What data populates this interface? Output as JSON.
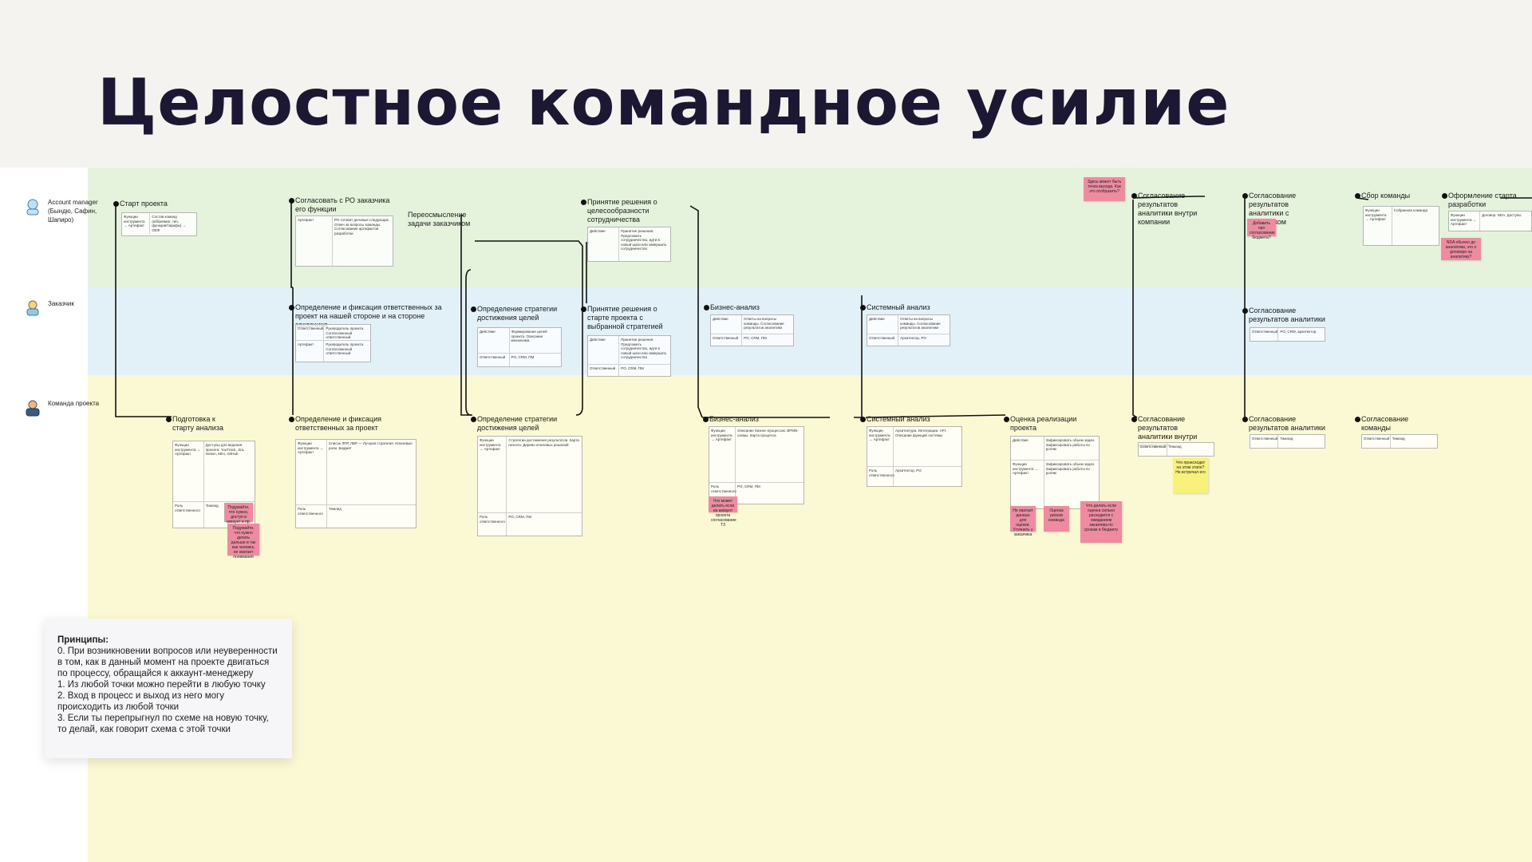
{
  "title": "Целостное командное усилие",
  "lanes": [
    {
      "name": "Account manager (Бындю, Сафин, Шапиро)"
    },
    {
      "name": "Заказчик"
    },
    {
      "name": "Команда проекта"
    }
  ],
  "nodes": {
    "start": "Старт проекта",
    "agree_po": "Согласовать с РО заказчика его функции",
    "rethink": "Переосмысление задачи заказчиком",
    "decision_purpose": "Принятие решения о целесообразности сотрудничества",
    "define_resp": "Определение и фиксация ответственных за проект на нашей стороне и на стороне заказчика",
    "strategy_client": "Определение стратегии достижения целей",
    "decision_start": "Принятие решения о старте проекта с выбранной стратегией",
    "ba_client": "Бизнес-анализ",
    "sa_client": "Системный анализ",
    "agree_client_analytics": "Согласование результатов аналитики",
    "prep": "Подготовка к старту анализа",
    "define_resp_team": "Определение и фиксация ответственных за проект",
    "strategy_team": "Определение стратегии достижения целей",
    "ba_team": "Бизнес-анализ",
    "sa_team": "Системный анализ",
    "estimate": "Оценка реализации проекта",
    "agree_internal_am": "Согласование результатов аналитики внутри компании",
    "agree_with_client": "Согласование результатов аналитики с заказчиком",
    "team_gather": "Сбор команды",
    "start_dev": "Оформление старта разработки",
    "agree_internal_team": "Согласование результатов аналитики внутри компании",
    "agree_analytics_team": "Согласование результатов аналитики",
    "agree_team": "Согласование команды"
  },
  "cards": {
    "func": "Функции инструмента → Артефакт",
    "resp": "Ответственный",
    "role": "Роль ответственного",
    "action": "Действие",
    "artifact": "Артефакт",
    "start_v": "Состав команд (аббревиат, тип, функции/тарифы) → ОЕФ",
    "po_v": "PO готовит деловые следующих. Отвеч за вопросы команды. Согласование артефактов разработки",
    "decision_v": "Принятие решения. Предложить сотрудничество, идти в новый шаги или завершить сотрудничество",
    "resp_v": "Руководитель проекта. Согласованный ответственный",
    "strategy_v": "Формирование целей проекта. Описание механизма",
    "ba_v": "Ответы на вопросы команды. Согласование результатов аналитики",
    "ba_resp": "PO, CRM, ПМ",
    "sa_resp": "Архитектор, PO",
    "prep_v": "Доступы для ведения проекта: YouTrack, Jira, Notion, Miro, GitHub",
    "team_v": "Список ЛПР, ЛВР — Лучшая стратегия. Ключевые роли. Бюджет",
    "teamlead": "Тимлид",
    "strategy_team_v": "Стратегии достижения результатов. Карта гипотез. Дерево ключевых решений",
    "ba_team_v": "Описание бизнес-процессов. BPMN-схемы. Карта процесса",
    "sa_team_v": "Архитектура. Интеграции. API. Описание функций системы",
    "estimate_v": "Зафиксировать объем задач. Зафиксировать работы по ролям",
    "agree_v": "Тимлид",
    "sbor_v": "Собранная команда",
    "start_dev_v": "Договор. NDA. Доступы",
    "agree_resp": "PO, CRM, архитектор"
  },
  "stickies": {
    "where_exit": "Здесь может быть точка выхода. Как это отобразить?",
    "add_po": "Добавить про согласование бюджета?",
    "nda": "NDA обычно до аналитики, это о договоре на аналитику?",
    "prep_note": "Подумайте, что нужно, доступ в аккаунт и пр.",
    "prep_note2": "Подумайте, что нужно делать дальше в так как человек, не хватает понимания",
    "ba_note": "Что может делать если на аккаунт проекта согласование ТЗ",
    "estimate_note": "Не хватает данных для оценки. Уточнить у заказчика",
    "estimate_note2": "Оценка рисков команда",
    "estimate_note3": "Что делать если оценка сильно расходится с ожиданием заказчика по срокам и бюджету",
    "what_happens": "Что происходит на этом этапе? Не встречал его"
  },
  "principles": {
    "heading": "Принципы:",
    "p0": "0. При возникновении вопросов или неуверенности в том, как в данный момент на проекте двигаться по процессу, обращайся к аккаунт-менеджеру",
    "p1": "1. Из любой точки можно перейти в любую точку",
    "p2": "2. Вход в процесс и выход из него могу происходить из любой точки",
    "p3": "3. Если ты перепрыгнул по схеме на новую точку, то делай, как говорит схема с этой точки"
  }
}
